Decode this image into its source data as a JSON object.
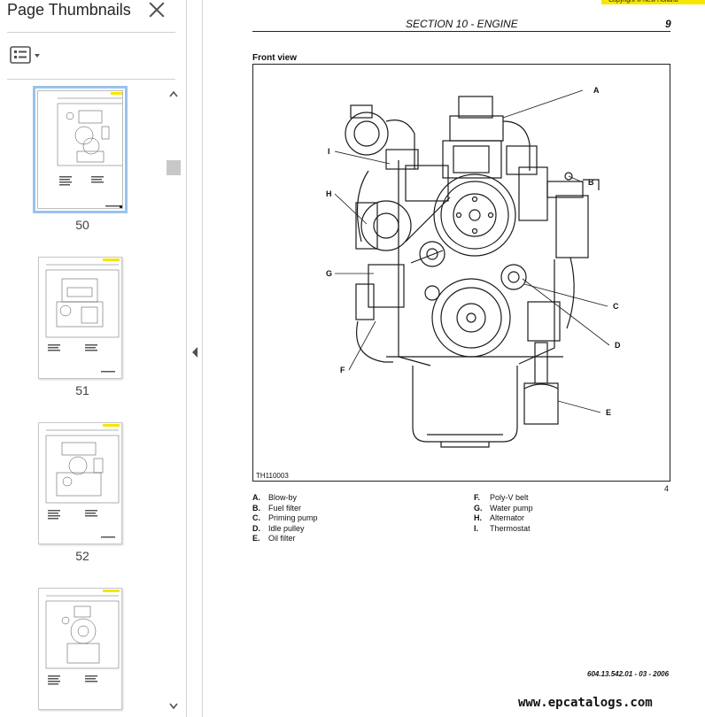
{
  "panel": {
    "title": "Page Thumbnails",
    "thumbnails": [
      {
        "label": "50",
        "selected": true
      },
      {
        "label": "51",
        "selected": false
      },
      {
        "label": "52",
        "selected": false
      },
      {
        "label": "",
        "selected": false
      }
    ]
  },
  "icons": {
    "close": "close-icon",
    "options": "thumbnail-options-icon",
    "dropdown": "caret-down-icon",
    "collapse": "collapse-left-icon",
    "scroll_up": "chevron-up-icon",
    "scroll_down": "chevron-down-icon"
  },
  "document": {
    "copyright": "Copyright © New Holland",
    "section_title": "SECTION 10 - ENGINE",
    "page_number": "9",
    "figure_caption": "Front view",
    "figure_code": "TH110003",
    "figure_number": "4",
    "callout_labels": [
      "A",
      "B",
      "C",
      "D",
      "E",
      "F",
      "G",
      "H",
      "I"
    ],
    "legend_left": [
      {
        "key": "A.",
        "text": "Blow-by"
      },
      {
        "key": "B.",
        "text": "Fuel filter"
      },
      {
        "key": "C.",
        "text": "Priming pump"
      },
      {
        "key": "D.",
        "text": "Idle pulley"
      },
      {
        "key": "E.",
        "text": "Oil filter"
      }
    ],
    "legend_right": [
      {
        "key": "F.",
        "text": "Poly-V belt"
      },
      {
        "key": "G.",
        "text": "Water pump"
      },
      {
        "key": "H.",
        "text": "Alternator"
      },
      {
        "key": "I.",
        "text": "Thermostat"
      }
    ],
    "doc_code": "604.13.542.01 - 03 - 2006"
  },
  "watermark": "www.epcatalogs.com",
  "colors": {
    "highlight": "#f6e600",
    "selected_border": "#9ac2ec"
  }
}
